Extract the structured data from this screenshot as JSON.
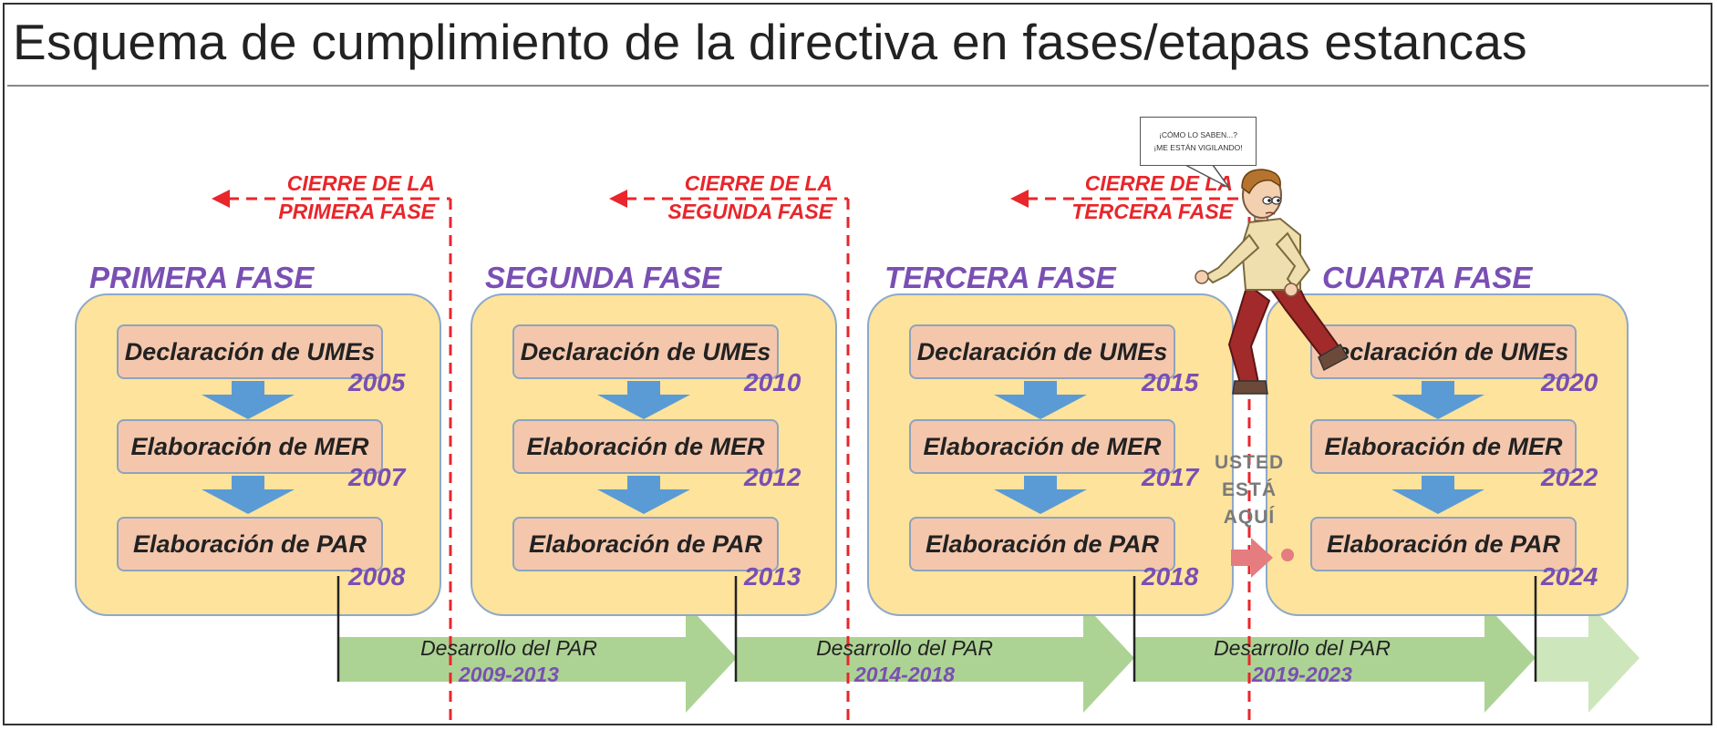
{
  "title": "Esquema de cumplimiento de la directiva en fases/etapas estancas",
  "phases": [
    {
      "name": "PRIMERA FASE",
      "steps": [
        "Declaración de UMEs",
        "Elaboración de MER",
        "Elaboración de PAR"
      ],
      "years": [
        "2005",
        "2007",
        "2008"
      ]
    },
    {
      "name": "SEGUNDA FASE",
      "steps": [
        "Declaración de UMEs",
        "Elaboración de MER",
        "Elaboración de PAR"
      ],
      "years": [
        "2010",
        "2012",
        "2013"
      ]
    },
    {
      "name": "TERCERA FASE",
      "steps": [
        "Declaración de UMEs",
        "Elaboración de MER",
        "Elaboración de PAR"
      ],
      "years": [
        "2015",
        "2017",
        "2018"
      ]
    },
    {
      "name": "CUARTA FASE",
      "steps": [
        "Declaración de UMEs",
        "Elaboración de MER",
        "Elaboración de PAR"
      ],
      "years": [
        "2020",
        "2022",
        "2024"
      ]
    }
  ],
  "closures": [
    {
      "line1": "CIERRE DE LA",
      "line2": "PRIMERA FASE"
    },
    {
      "line1": "CIERRE DE LA",
      "line2": "SEGUNDA FASE"
    },
    {
      "line1": "CIERRE DE LA",
      "line2": "TERCERA FASE"
    }
  ],
  "developments": [
    {
      "label": "Desarrollo del PAR",
      "years": "2009-2013"
    },
    {
      "label": "Desarrollo del PAR",
      "years": "2014-2018"
    },
    {
      "label": "Desarrollo del PAR",
      "years": "2019-2023"
    }
  ],
  "you_are_here": [
    "USTED",
    "ESTÁ",
    "AQUÍ"
  ],
  "speech_bubble": [
    "¡CÓMO LO SABEN...?",
    "¡ME ESTÁN VIGILANDO!"
  ],
  "colors": {
    "phase_fill": "#fde39b",
    "step_fill": "#f4c7ad",
    "flow_arrow": "#5b9bd5",
    "dev_arrow": "#a9d18e",
    "closure_red": "#e8262b",
    "year_purple": "#7a4fb3"
  }
}
